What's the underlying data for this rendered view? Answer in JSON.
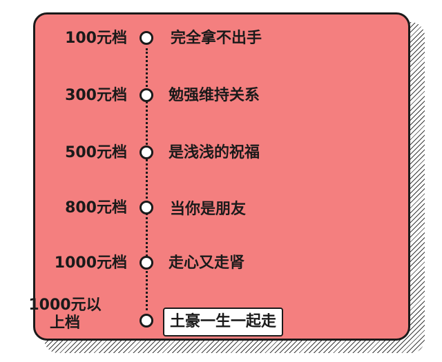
{
  "tiers": [
    {
      "price": "100元档",
      "description": "完全拿不出手"
    },
    {
      "price": "300元档",
      "description": "勉强维持关系"
    },
    {
      "price": "500元档",
      "description": "是浅浅的祝福"
    },
    {
      "price": "800元档",
      "description": "当你是朋友"
    },
    {
      "price": "1000元档",
      "description": "走心又走肾"
    },
    {
      "price_line1": "1000元以",
      "price_line2": "上档",
      "description": "土豪一生一起走",
      "highlighted": true
    }
  ],
  "colors": {
    "card_background": "#f47f7f",
    "outline": "#1a1a1a",
    "node_fill": "#ffffff"
  }
}
